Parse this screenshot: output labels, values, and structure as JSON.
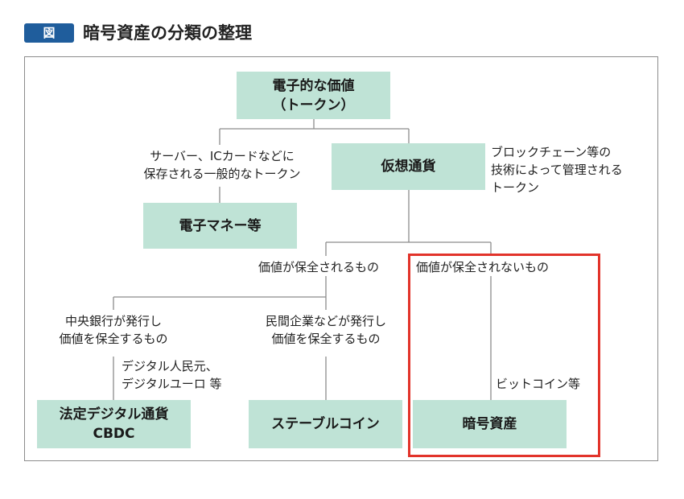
{
  "header": {
    "badge": "図",
    "title": "暗号資産の分類の整理"
  },
  "nodes": {
    "token": [
      "電子的な価値",
      "（トークン）"
    ],
    "emoney": "電子マネー等",
    "virtual": "仮想通貨",
    "cbdc": [
      "法定デジタル通貨",
      "CBDC"
    ],
    "stable": "ステーブルコイン",
    "crypto": "暗号資産"
  },
  "labels": {
    "emoney_desc": [
      "サーバー、ICカードなどに",
      "保存される一般的なトークン"
    ],
    "virtual_desc": [
      "ブロックチェーン等の",
      "技術によって管理される",
      "トークン"
    ],
    "value_preserved": "価値が保全されるもの",
    "value_not_preserved": "価値が保全されないもの",
    "cbdc_desc": [
      "中央銀行が発行し",
      "価値を保全するもの"
    ],
    "cbdc_examples": [
      "デジタル人民元、",
      "デジタルユーロ 等"
    ],
    "stable_desc": [
      "民間企業などが発行し",
      "価値を保全するもの"
    ],
    "crypto_examples": "ビットコイン等"
  },
  "colors": {
    "node_fill": "#bfe3d6",
    "badge": "#1f5d9c",
    "highlight": "#e2332a",
    "line": "#8c8c8c"
  }
}
